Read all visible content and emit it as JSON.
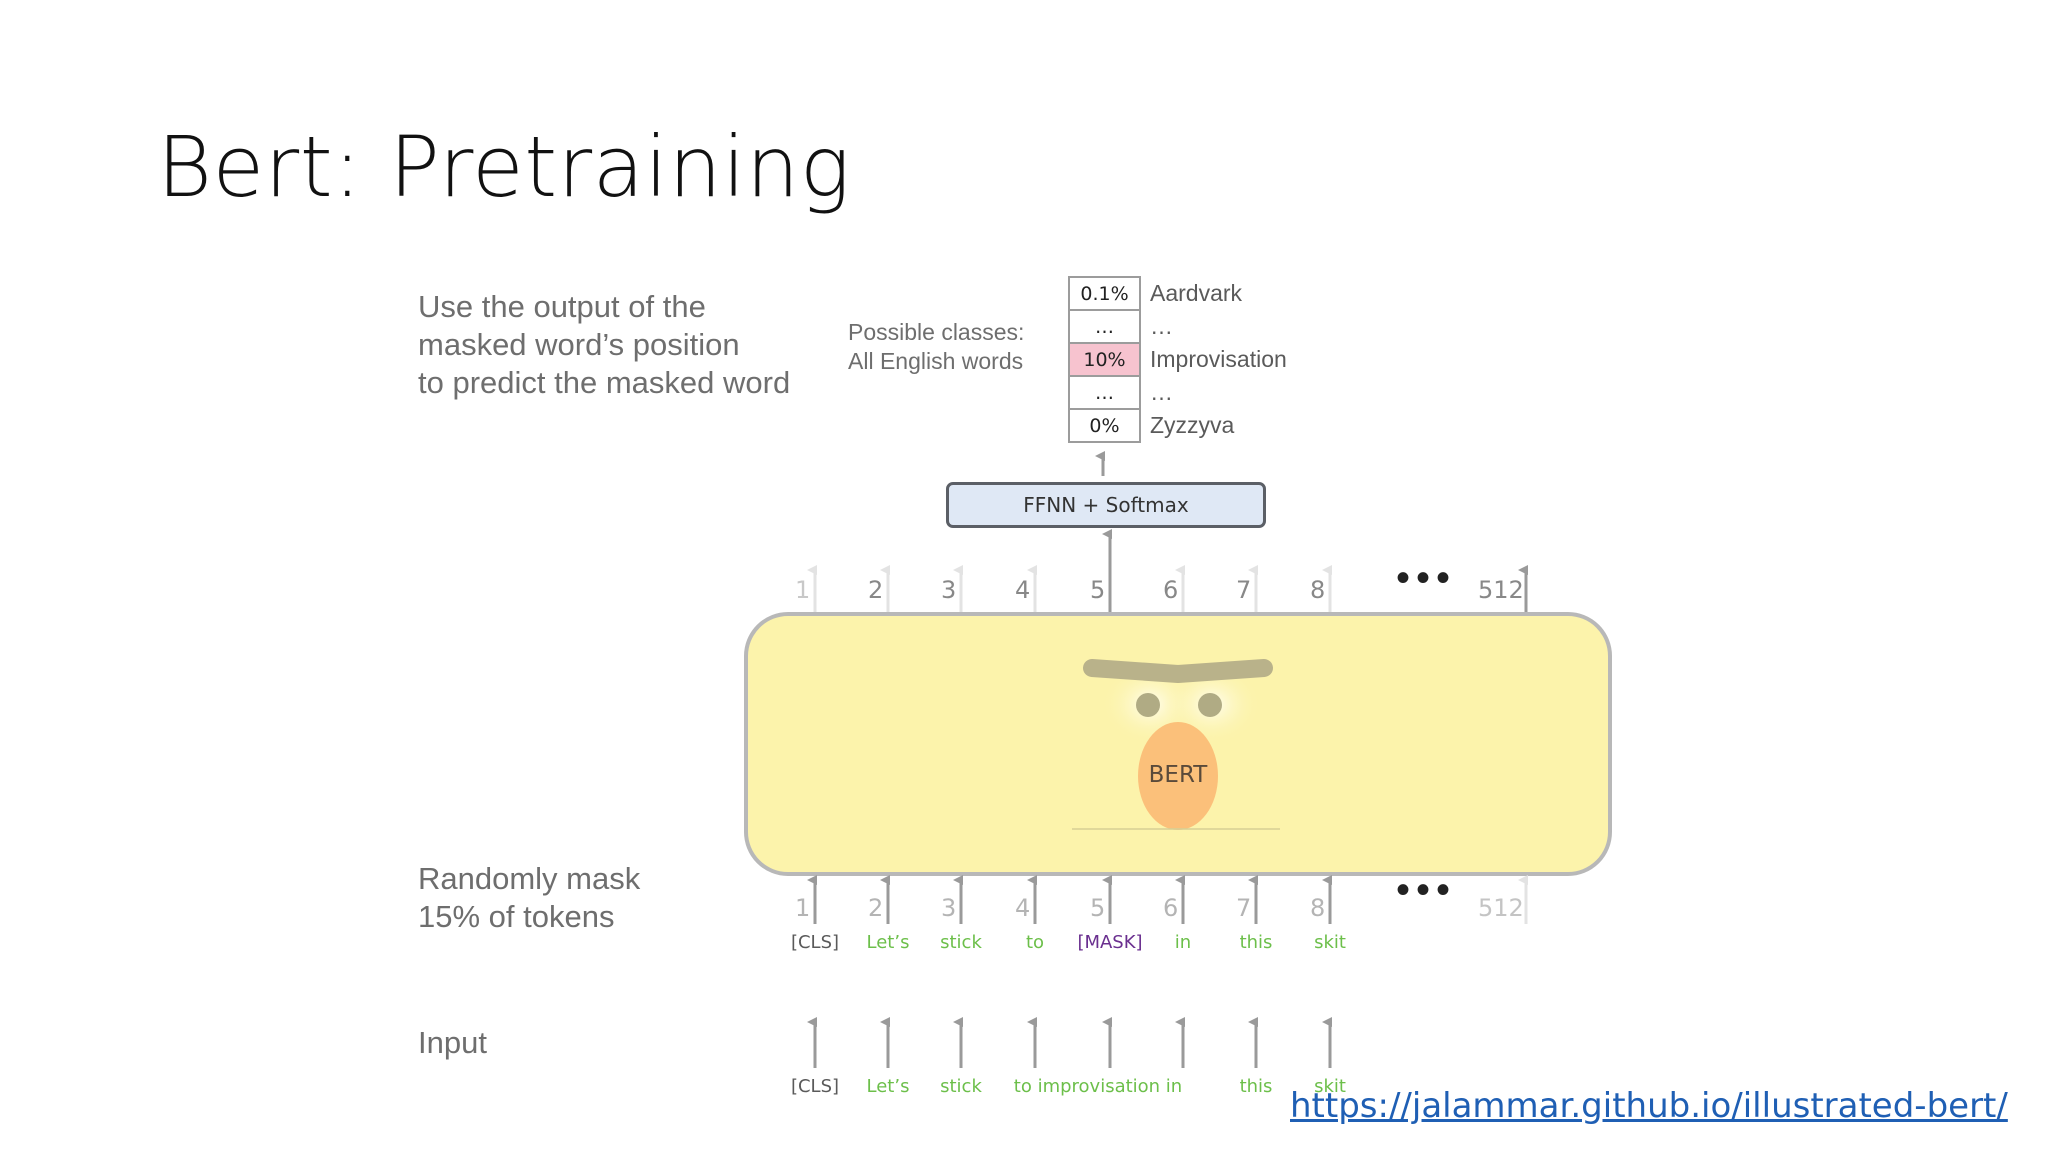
{
  "title": "Bert: Pretraining",
  "notes": {
    "top": [
      "Use the output of the",
      "masked word’s position",
      "to predict the masked word"
    ],
    "mask": [
      "Randomly mask",
      "15% of tokens"
    ],
    "input": "Input",
    "classes": [
      "Possible classes:",
      "All English words"
    ]
  },
  "vocab": [
    {
      "prob": "0.1%",
      "word": "Aardvark",
      "highlight": false
    },
    {
      "prob": "…",
      "word": "…",
      "highlight": false
    },
    {
      "prob": "10%",
      "word": "Improvisation",
      "highlight": true
    },
    {
      "prob": "…",
      "word": "…",
      "highlight": false
    },
    {
      "prob": "0%",
      "word": "Zyzzyva",
      "highlight": false
    }
  ],
  "ffnn_label": "FFNN + Softmax",
  "model_label": "BERT",
  "positions": [
    "1",
    "2",
    "3",
    "4",
    "5",
    "6",
    "7",
    "8"
  ],
  "last_position": "512",
  "ellipsis": "•••",
  "masked_tokens": [
    {
      "text": "[CLS]",
      "color": "#5a5a5a"
    },
    {
      "text": "Let’s",
      "color": "#6cbf4a"
    },
    {
      "text": "stick",
      "color": "#6cbf4a"
    },
    {
      "text": "to",
      "color": "#6cbf4a"
    },
    {
      "text": "[MASK]",
      "color": "#6a2f8f"
    },
    {
      "text": "in",
      "color": "#6cbf4a"
    },
    {
      "text": "this",
      "color": "#6cbf4a"
    },
    {
      "text": "skit",
      "color": "#6cbf4a"
    }
  ],
  "input_tokens": [
    {
      "text": "[CLS]",
      "color": "#5a5a5a"
    },
    {
      "text": "Let’s",
      "color": "#6cbf4a"
    },
    {
      "text": "stick",
      "color": "#6cbf4a"
    },
    {
      "text": "to improvisation in",
      "color": "#6cbf4a"
    },
    {
      "text": "this",
      "color": "#6cbf4a"
    },
    {
      "text": "skit",
      "color": "#6cbf4a"
    }
  ],
  "colors": {
    "accent_pink": "#f7c3cf",
    "bert_yellow": "#fcf3ab",
    "ffnn_blue": "#dfe8f5",
    "token_green": "#6cbf4a",
    "mask_purple": "#6a2f8f",
    "link_blue": "#1f5fb4"
  },
  "link": "https://jalammar.github.io/illustrated-bert/"
}
